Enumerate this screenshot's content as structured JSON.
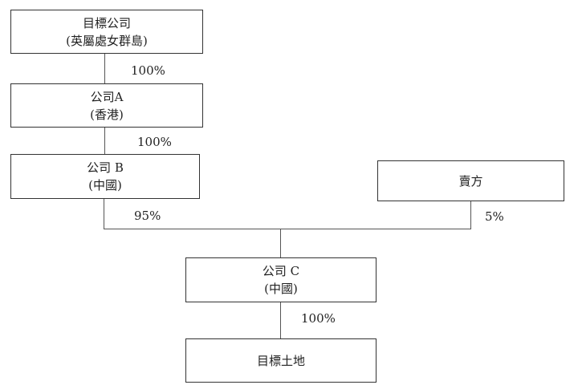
{
  "entities": {
    "target_company": {
      "name": "目標公司",
      "sub": "(英屬處女群島)"
    },
    "company_a": {
      "name": "公司A",
      "sub": "(香港)"
    },
    "company_b": {
      "name": "公司 B",
      "sub": "(中國)"
    },
    "seller": {
      "name": "賣方"
    },
    "company_c": {
      "name": "公司 C",
      "sub": "(中國)"
    },
    "target_land": {
      "name": "目標土地"
    }
  },
  "ownership": {
    "target_to_a": "100%",
    "a_to_b": "100%",
    "b_to_c": "95%",
    "seller_to_c": "5%",
    "c_to_land": "100%"
  }
}
